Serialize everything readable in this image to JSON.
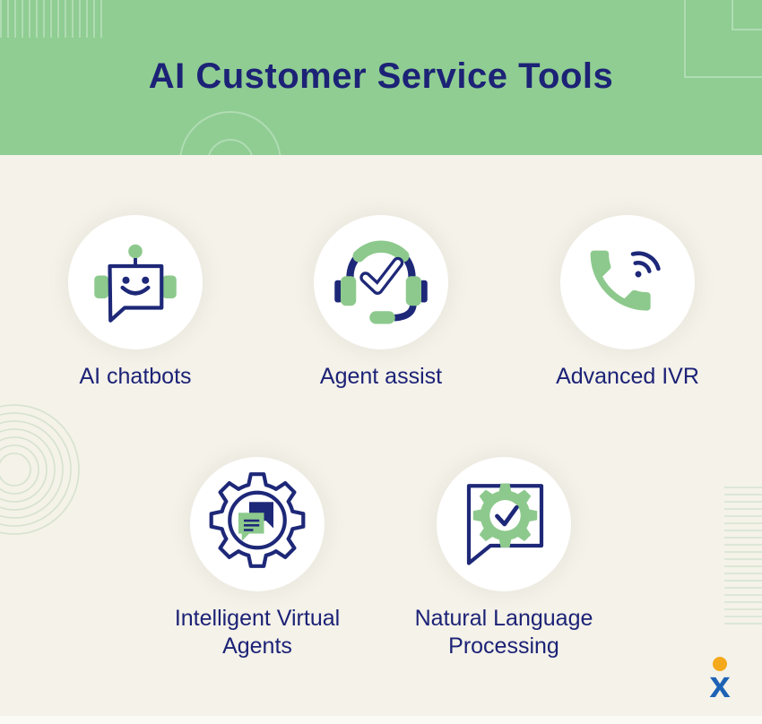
{
  "header": {
    "title": "AI Customer Service Tools"
  },
  "tools": [
    {
      "label": "AI chatbots",
      "icon": "robot-chat-icon"
    },
    {
      "label": "Agent assist",
      "icon": "headset-checkmark-icon"
    },
    {
      "label": "Advanced IVR",
      "icon": "phone-signal-icon"
    },
    {
      "label": "Intelligent Virtual Agents",
      "icon": "gear-chat-bubbles-icon"
    },
    {
      "label": "Natural Language Processing",
      "icon": "speech-bubble-gear-icon"
    }
  ],
  "logo": {
    "letter": "x"
  },
  "colors": {
    "header_green": "#8fcd92",
    "body_cream": "#f4f2e9",
    "navy": "#1e2878",
    "icon_green": "#8dc98d",
    "logo_blue": "#1e62b5",
    "logo_dot": "#f4a81b"
  }
}
